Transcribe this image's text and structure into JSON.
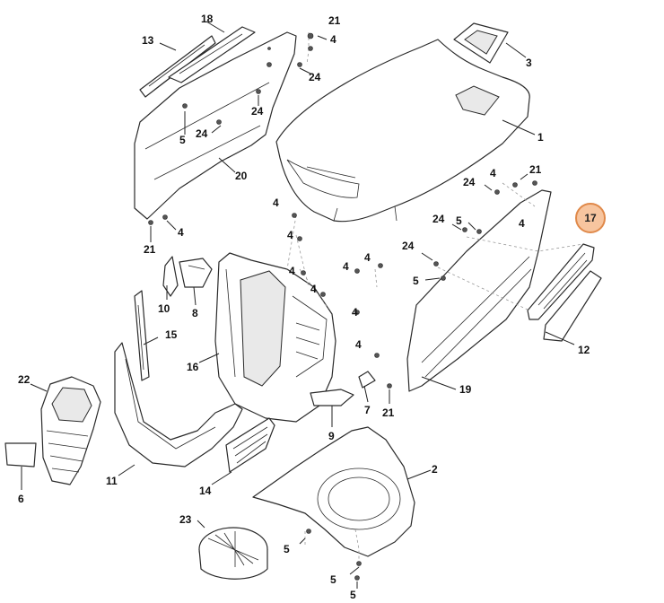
{
  "highlight": {
    "label": "17",
    "fill": "#f7c59f",
    "stroke": "#e0894a"
  },
  "callouts": [
    {
      "id": "c1",
      "label": "1"
    },
    {
      "id": "c2",
      "label": "2"
    },
    {
      "id": "c3",
      "label": "3"
    },
    {
      "id": "c4a",
      "label": "4"
    },
    {
      "id": "c4b",
      "label": "4"
    },
    {
      "id": "c4c",
      "label": "4"
    },
    {
      "id": "c4d",
      "label": "4"
    },
    {
      "id": "c4e",
      "label": "4"
    },
    {
      "id": "c4f",
      "label": "4"
    },
    {
      "id": "c4g",
      "label": "4"
    },
    {
      "id": "c4h",
      "label": "4"
    },
    {
      "id": "c4i",
      "label": "4"
    },
    {
      "id": "c4j",
      "label": "4"
    },
    {
      "id": "c4k",
      "label": "4"
    },
    {
      "id": "c4l",
      "label": "4"
    },
    {
      "id": "c5a",
      "label": "5"
    },
    {
      "id": "c5b",
      "label": "5"
    },
    {
      "id": "c5c",
      "label": "5"
    },
    {
      "id": "c5d",
      "label": "5"
    },
    {
      "id": "c5e",
      "label": "5"
    },
    {
      "id": "c5f",
      "label": "5"
    },
    {
      "id": "c6",
      "label": "6"
    },
    {
      "id": "c7",
      "label": "7"
    },
    {
      "id": "c8",
      "label": "8"
    },
    {
      "id": "c9",
      "label": "9"
    },
    {
      "id": "c10",
      "label": "10"
    },
    {
      "id": "c11",
      "label": "11"
    },
    {
      "id": "c12",
      "label": "12"
    },
    {
      "id": "c13",
      "label": "13"
    },
    {
      "id": "c14",
      "label": "14"
    },
    {
      "id": "c15",
      "label": "15"
    },
    {
      "id": "c16",
      "label": "16"
    },
    {
      "id": "c18",
      "label": "18"
    },
    {
      "id": "c19",
      "label": "19"
    },
    {
      "id": "c20",
      "label": "20"
    },
    {
      "id": "c21a",
      "label": "21"
    },
    {
      "id": "c21b",
      "label": "21"
    },
    {
      "id": "c21c",
      "label": "21"
    },
    {
      "id": "c21d",
      "label": "21"
    },
    {
      "id": "c22",
      "label": "22"
    },
    {
      "id": "c23",
      "label": "23"
    },
    {
      "id": "c24a",
      "label": "24"
    },
    {
      "id": "c24b",
      "label": "24"
    },
    {
      "id": "c24c",
      "label": "24"
    },
    {
      "id": "c24d",
      "label": "24"
    },
    {
      "id": "c24e",
      "label": "24"
    },
    {
      "id": "c24f",
      "label": "24"
    }
  ]
}
